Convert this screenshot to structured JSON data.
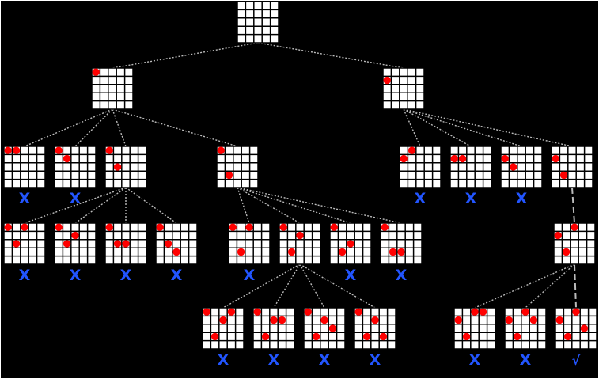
{
  "diagram": {
    "grid_size": 5,
    "cell_color": "#ffffff",
    "grid_line_color": "#000000",
    "dot_color": "#ff0000",
    "edge_color": "#bbbbbb",
    "mark_fail_color": "#2255ff",
    "mark_success_color": "#2255ff",
    "fail_mark": "X",
    "success_mark": "√",
    "nodes": [
      {
        "id": "root",
        "dots": [],
        "mark": null
      },
      {
        "id": "r1-a",
        "dots": [
          [
            0,
            0
          ]
        ],
        "mark": null
      },
      {
        "id": "r1-b",
        "dots": [
          [
            1,
            0
          ]
        ],
        "mark": null
      },
      {
        "id": "a1",
        "dots": [
          [
            0,
            0
          ],
          [
            0,
            1
          ]
        ],
        "mark": "X"
      },
      {
        "id": "a2",
        "dots": [
          [
            0,
            0
          ],
          [
            1,
            1
          ]
        ],
        "mark": "X"
      },
      {
        "id": "a3",
        "dots": [
          [
            0,
            0
          ],
          [
            2,
            1
          ]
        ],
        "mark": null
      },
      {
        "id": "a4",
        "dots": [
          [
            0,
            0
          ],
          [
            3,
            1
          ]
        ],
        "mark": null
      },
      {
        "id": "b1",
        "dots": [
          [
            1,
            0
          ],
          [
            0,
            1
          ]
        ],
        "mark": "X"
      },
      {
        "id": "b2",
        "dots": [
          [
            1,
            0
          ],
          [
            1,
            1
          ]
        ],
        "mark": "X"
      },
      {
        "id": "b3",
        "dots": [
          [
            1,
            0
          ],
          [
            2,
            1
          ]
        ],
        "mark": "X"
      },
      {
        "id": "b4",
        "dots": [
          [
            1,
            0
          ],
          [
            3,
            1
          ]
        ],
        "mark": null
      },
      {
        "id": "a3-1",
        "dots": [
          [
            0,
            0
          ],
          [
            2,
            1
          ],
          [
            0,
            2
          ]
        ],
        "mark": "X"
      },
      {
        "id": "a3-2",
        "dots": [
          [
            0,
            0
          ],
          [
            2,
            1
          ],
          [
            1,
            2
          ]
        ],
        "mark": "X"
      },
      {
        "id": "a3-3",
        "dots": [
          [
            0,
            0
          ],
          [
            2,
            1
          ],
          [
            2,
            2
          ]
        ],
        "mark": "X"
      },
      {
        "id": "a3-4",
        "dots": [
          [
            0,
            0
          ],
          [
            2,
            1
          ],
          [
            3,
            2
          ]
        ],
        "mark": "X"
      },
      {
        "id": "a4-1",
        "dots": [
          [
            0,
            0
          ],
          [
            3,
            1
          ],
          [
            0,
            2
          ]
        ],
        "mark": "X"
      },
      {
        "id": "a4-2",
        "dots": [
          [
            0,
            0
          ],
          [
            3,
            1
          ],
          [
            1,
            2
          ]
        ],
        "mark": null
      },
      {
        "id": "a4-3",
        "dots": [
          [
            0,
            0
          ],
          [
            3,
            1
          ],
          [
            2,
            2
          ]
        ],
        "mark": "X"
      },
      {
        "id": "a4-4",
        "dots": [
          [
            0,
            0
          ],
          [
            3,
            1
          ],
          [
            3,
            2
          ]
        ],
        "mark": "X"
      },
      {
        "id": "b4-1",
        "dots": [
          [
            1,
            0
          ],
          [
            3,
            1
          ],
          [
            0,
            2
          ]
        ],
        "mark": null
      },
      {
        "id": "a4-2-1",
        "dots": [
          [
            0,
            0
          ],
          [
            3,
            1
          ],
          [
            1,
            2
          ],
          [
            0,
            3
          ]
        ],
        "mark": "X"
      },
      {
        "id": "a4-2-2",
        "dots": [
          [
            0,
            0
          ],
          [
            3,
            1
          ],
          [
            1,
            2
          ],
          [
            1,
            3
          ]
        ],
        "mark": "X"
      },
      {
        "id": "a4-2-3",
        "dots": [
          [
            0,
            0
          ],
          [
            3,
            1
          ],
          [
            1,
            2
          ],
          [
            2,
            3
          ]
        ],
        "mark": "X"
      },
      {
        "id": "a4-2-4",
        "dots": [
          [
            0,
            0
          ],
          [
            3,
            1
          ],
          [
            1,
            2
          ],
          [
            3,
            3
          ]
        ],
        "mark": "X"
      },
      {
        "id": "b4-1-1",
        "dots": [
          [
            1,
            0
          ],
          [
            3,
            1
          ],
          [
            0,
            2
          ],
          [
            0,
            3
          ]
        ],
        "mark": "X"
      },
      {
        "id": "b4-1-2",
        "dots": [
          [
            1,
            0
          ],
          [
            3,
            1
          ],
          [
            0,
            2
          ],
          [
            1,
            3
          ]
        ],
        "mark": "X"
      },
      {
        "id": "b4-1-3",
        "dots": [
          [
            1,
            0
          ],
          [
            3,
            1
          ],
          [
            0,
            2
          ],
          [
            2,
            3
          ]
        ],
        "mark": "√"
      }
    ],
    "edges": [
      [
        "root",
        "r1-a"
      ],
      [
        "root",
        "r1-b"
      ],
      [
        "r1-a",
        "a1"
      ],
      [
        "r1-a",
        "a2"
      ],
      [
        "r1-a",
        "a3"
      ],
      [
        "r1-a",
        "a4"
      ],
      [
        "r1-b",
        "b1"
      ],
      [
        "r1-b",
        "b2"
      ],
      [
        "r1-b",
        "b3"
      ],
      [
        "r1-b",
        "b4"
      ],
      [
        "a3",
        "a3-1"
      ],
      [
        "a3",
        "a3-2"
      ],
      [
        "a3",
        "a3-3"
      ],
      [
        "a3",
        "a3-4"
      ],
      [
        "a4",
        "a4-1"
      ],
      [
        "a4",
        "a4-2"
      ],
      [
        "a4",
        "a4-3"
      ],
      [
        "a4",
        "a4-4"
      ],
      [
        "b4",
        "b4-1"
      ],
      [
        "a4-2",
        "a4-2-1"
      ],
      [
        "a4-2",
        "a4-2-2"
      ],
      [
        "a4-2",
        "a4-2-3"
      ],
      [
        "a4-2",
        "a4-2-4"
      ],
      [
        "b4-1",
        "b4-1-1"
      ],
      [
        "b4-1",
        "b4-1-2"
      ],
      [
        "b4-1",
        "b4-1-3"
      ]
    ]
  }
}
